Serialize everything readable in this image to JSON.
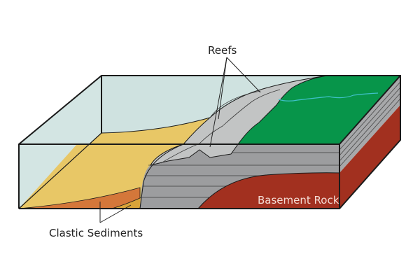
{
  "diagram": {
    "type": "geological block diagram",
    "labels": {
      "reefs": "Reefs",
      "basement_rock": "Basement Rock",
      "clastic_sediments": "Clastic Sediments"
    },
    "colors": {
      "water": "#cfe2e0",
      "water_front": "#dbe9e8",
      "sand": "#e8c766",
      "clastic_orange": "#d4773a",
      "clastic_gold": "#d9a43a",
      "reef_gray": "#c2c4c4",
      "limestone_gray": "#9c9d9f",
      "land_green": "#07954a",
      "basement_red": "#a2301f",
      "stream": "#3fc1c9",
      "outline": "#1a1a1a"
    }
  }
}
